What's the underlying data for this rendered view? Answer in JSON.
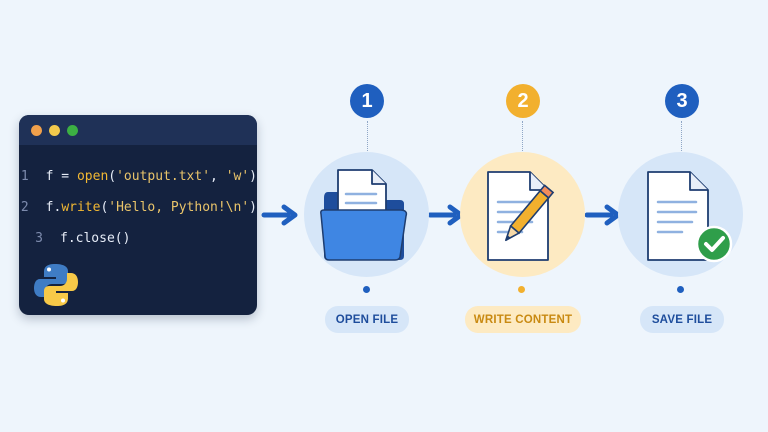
{
  "code": {
    "lines": [
      {
        "num": "1",
        "t1": "f = ",
        "t2": "open",
        "t3": "(",
        "t4": "'output.txt'",
        "t5": ", ",
        "t6": "'w'",
        "t7": ")"
      },
      {
        "num": "2",
        "t1": "f.",
        "t2": "write",
        "t3": "(",
        "t4": "'Hello, Python!\\n'",
        "t5": ")"
      },
      {
        "num": "3",
        "t1": "f.close()"
      }
    ]
  },
  "steps": [
    {
      "number": "1",
      "label": "OPEN FILE",
      "icon": "open-folder-icon"
    },
    {
      "number": "2",
      "label": "WRITE CONTENT",
      "icon": "document-pencil-icon"
    },
    {
      "number": "3",
      "label": "SAVE FILE",
      "icon": "document-check-icon"
    }
  ],
  "colors": {
    "background": "#eef5fc",
    "code_bg": "#14223f",
    "accent_blue": "#1f5fbf",
    "accent_orange": "#f2b02e",
    "check_green": "#2f9e4a"
  }
}
